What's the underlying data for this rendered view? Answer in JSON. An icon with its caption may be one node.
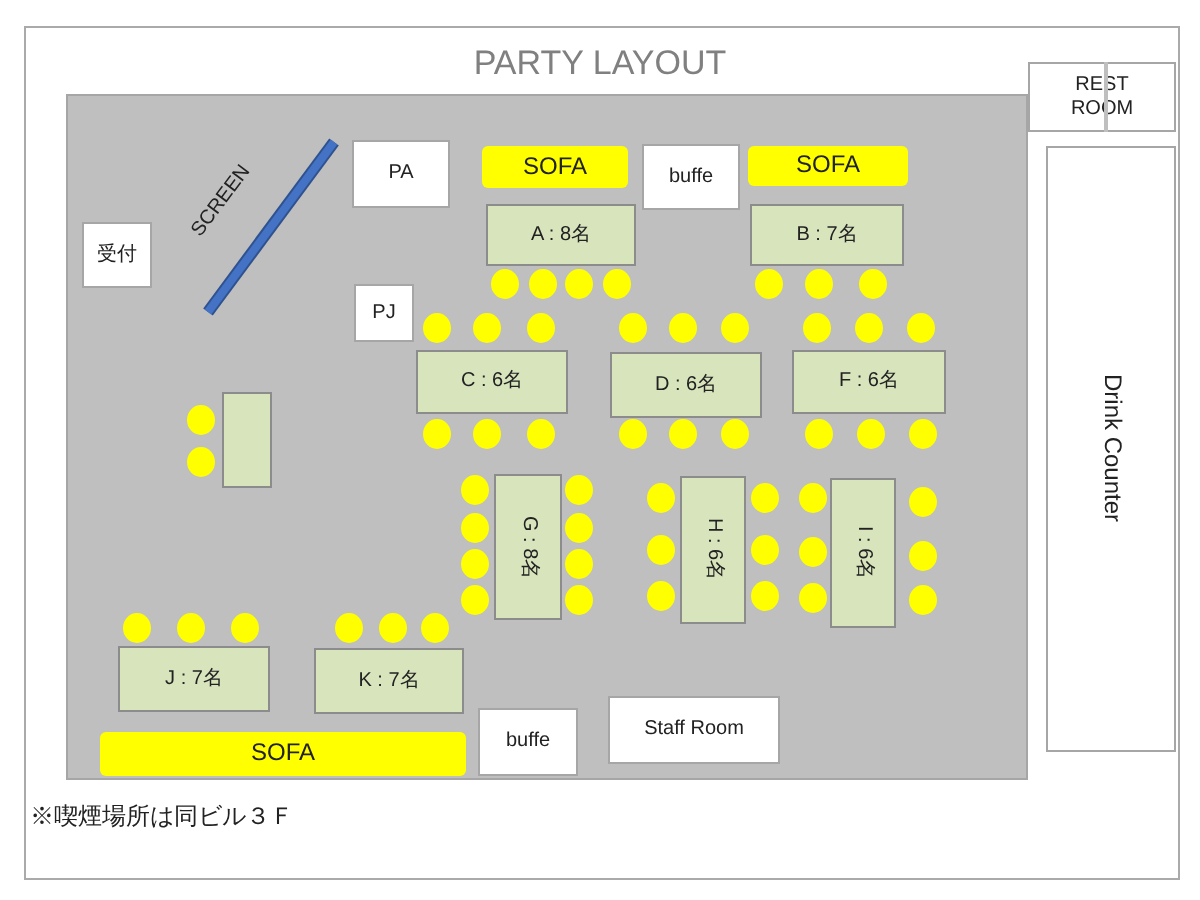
{
  "diagram": {
    "title": "PARTY LAYOUT",
    "nodes": [
      {
        "text": [],
        "shape": "box"
      },
      {
        "text": [
          "REST ROOM"
        ]
      },
      {
        "text": [
          "Drink Counter"
        ]
      },
      {
        "text": [
          "受付"
        ],
        "in": 0
      },
      {
        "text": [
          "SCREEN"
        ],
        "in": 0
      },
      {
        "text": [
          "PA"
        ],
        "in": 0
      },
      {
        "text": [
          "SOFA"
        ],
        "in": 0
      },
      {
        "text": [
          "buffe"
        ],
        "in": 0
      },
      {
        "text": [
          "SOFA"
        ],
        "in": 0
      },
      {
        "text": [
          "A : 8名"
        ],
        "in": 0
      },
      {
        "text": [
          "B : 7名"
        ],
        "in": 0
      },
      {
        "text": [
          "PJ"
        ],
        "in": 0
      },
      {
        "text": [
          "C : 6名"
        ],
        "in": 0
      },
      {
        "text": [
          "D : 6名"
        ],
        "in": 0
      },
      {
        "text": [
          "F : 6名"
        ],
        "in": 0
      },
      {
        "text": [],
        "shape": "box",
        "in": 0
      },
      {
        "text": [
          "G : 8名"
        ],
        "in": 0
      },
      {
        "text": [
          "H : 6名"
        ],
        "in": 0
      },
      {
        "text": [
          "I : 6名"
        ],
        "in": 0
      },
      {
        "text": [
          "J : 7名"
        ],
        "in": 0
      },
      {
        "text": [
          "K : 7名"
        ],
        "in": 0
      },
      {
        "text": [
          "SOFA"
        ],
        "in": 0
      },
      {
        "text": [
          "buffe"
        ],
        "in": 0
      },
      {
        "text": [
          "Staff Room"
        ],
        "in": 0
      }
    ],
    "labels": [
      "※喫煙場所は同ビル３Ｆ"
    ]
  }
}
